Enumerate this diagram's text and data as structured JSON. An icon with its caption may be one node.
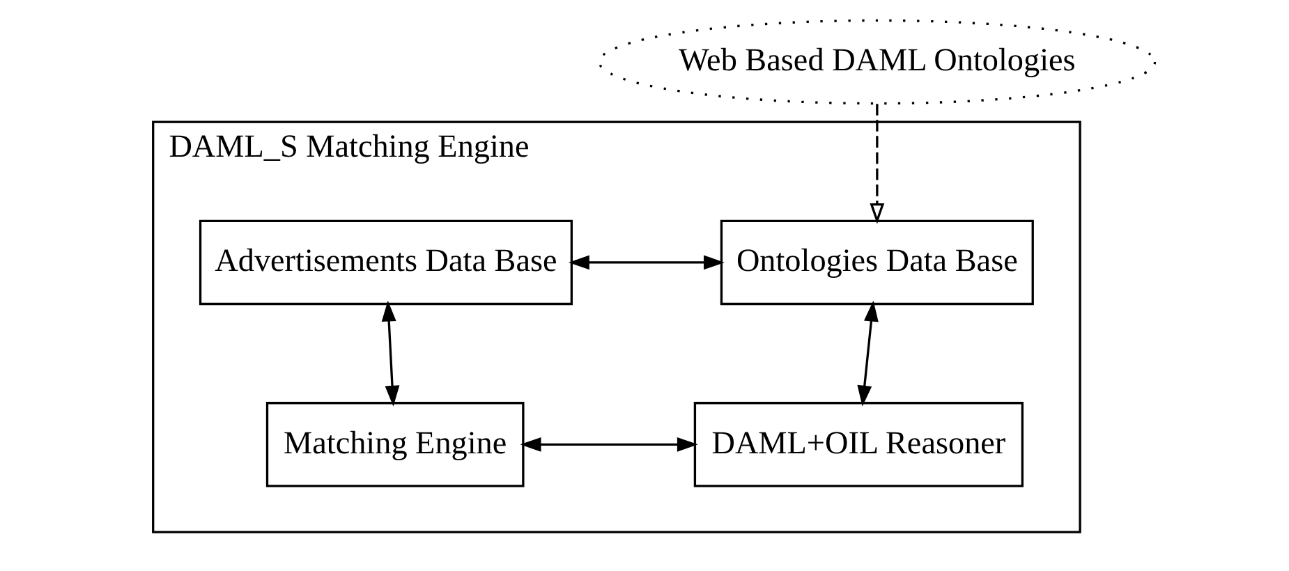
{
  "diagram": {
    "nodes": [
      {
        "text": [
          "DAML_S Matching Engine"
        ]
      },
      {
        "text": [
          "Advertisements Data Base"
        ],
        "in": 0
      },
      {
        "text": [
          "Ontologies Data Base"
        ],
        "in": 0
      },
      {
        "text": [
          "Matching Engine"
        ],
        "in": 0
      },
      {
        "text": [
          "DAML+OIL Reasoner"
        ],
        "in": 0
      },
      {
        "text": [
          "Web Based DAML Ontologies"
        ]
      }
    ],
    "edges": [
      {
        "from": 1,
        "to": 2,
        "arrow": "both"
      },
      {
        "from": 1,
        "to": 3,
        "arrow": "both"
      },
      {
        "from": 2,
        "to": 4,
        "arrow": "both"
      },
      {
        "from": 3,
        "to": 4,
        "arrow": "both"
      },
      {
        "from": 5,
        "to": 2,
        "arrow": "to",
        "style": "dashed"
      }
    ]
  }
}
